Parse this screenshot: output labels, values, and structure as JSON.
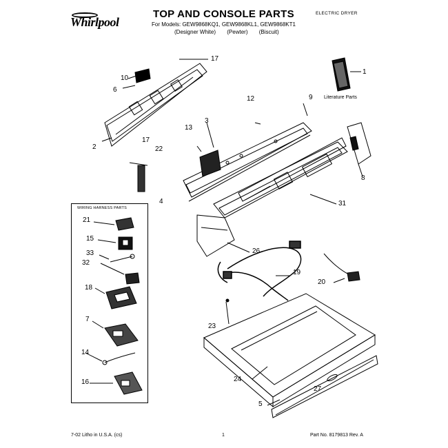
{
  "header": {
    "brand": "Whirlpool",
    "title": "TOP AND CONSOLE PARTS",
    "models_line": "For Models: GEW9868KQ1, GEW9868KL1, GEW9868KT1",
    "variants": [
      "(Designer White)",
      "(Pewter)",
      "(Biscuit)"
    ],
    "product_type": "ELECTRIC DRYER"
  },
  "literature_label": "Literature Parts",
  "kit_box_title": "WIRING HARNESS PARTS",
  "part_labels": [
    "1",
    "2",
    "3",
    "4",
    "5",
    "6",
    "7",
    "8",
    "9",
    "10",
    "12",
    "13",
    "14",
    "15",
    "16",
    "17",
    "17",
    "18",
    "19",
    "20",
    "21",
    "22",
    "23",
    "24",
    "26",
    "27",
    "31",
    "32",
    "33"
  ],
  "footer": {
    "left": "7-02 Litho in U.S.A. (cs)",
    "page": "1",
    "part_no": "Part No. 8179813 Rev. A"
  },
  "colors": {
    "ink": "#000000",
    "paper": "#ffffff"
  }
}
